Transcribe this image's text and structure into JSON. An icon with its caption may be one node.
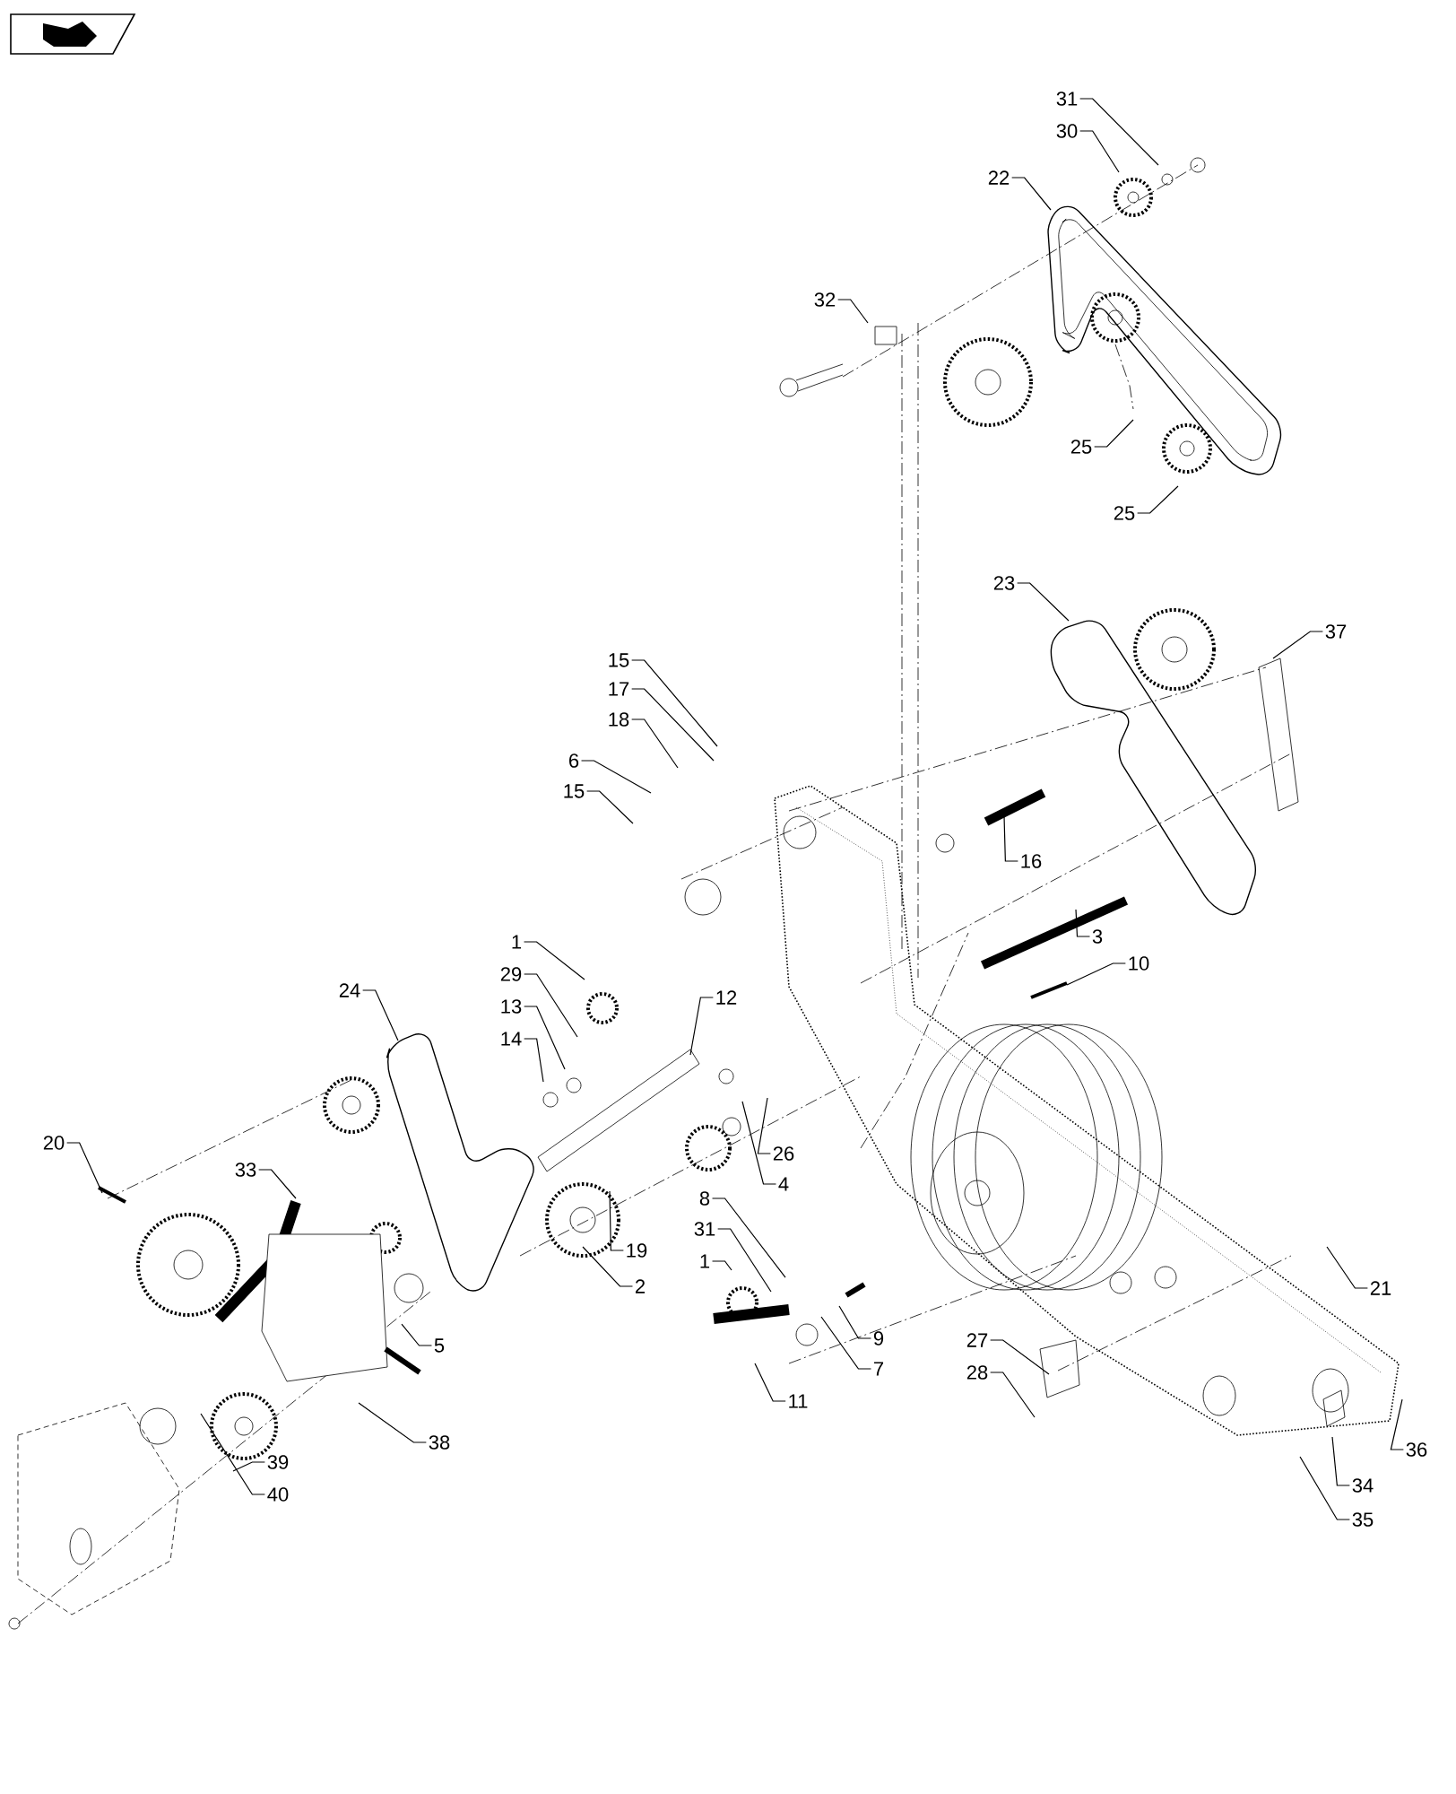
{
  "diagram": {
    "nodes": [
      {
        "text": [
          "31"
        ]
      },
      {
        "text": [
          "30"
        ]
      },
      {
        "text": [
          "22"
        ]
      },
      {
        "text": [
          "32"
        ]
      },
      {
        "text": [
          "25"
        ]
      },
      {
        "text": [
          "25"
        ]
      },
      {
        "text": [
          "23"
        ]
      },
      {
        "text": [
          "37"
        ]
      },
      {
        "text": [
          "15"
        ]
      },
      {
        "text": [
          "17"
        ]
      },
      {
        "text": [
          "18"
        ]
      },
      {
        "text": [
          "6"
        ]
      },
      {
        "text": [
          "15"
        ]
      },
      {
        "text": [
          "16"
        ]
      },
      {
        "text": [
          "3"
        ]
      },
      {
        "text": [
          "10"
        ]
      },
      {
        "text": [
          "1"
        ]
      },
      {
        "text": [
          "29"
        ]
      },
      {
        "text": [
          "13"
        ]
      },
      {
        "text": [
          "14"
        ]
      },
      {
        "text": [
          "12"
        ]
      },
      {
        "text": [
          "24"
        ]
      },
      {
        "text": [
          "20"
        ]
      },
      {
        "text": [
          "33"
        ]
      },
      {
        "text": [
          "26"
        ]
      },
      {
        "text": [
          "4"
        ]
      },
      {
        "text": [
          "19"
        ]
      },
      {
        "text": [
          "2"
        ]
      },
      {
        "text": [
          "8"
        ]
      },
      {
        "text": [
          "31"
        ]
      },
      {
        "text": [
          "1"
        ]
      },
      {
        "text": [
          "9"
        ]
      },
      {
        "text": [
          "7"
        ]
      },
      {
        "text": [
          "11"
        ]
      },
      {
        "text": [
          "5"
        ]
      },
      {
        "text": [
          "38"
        ]
      },
      {
        "text": [
          "39"
        ]
      },
      {
        "text": [
          "40"
        ]
      },
      {
        "text": [
          "21"
        ]
      },
      {
        "text": [
          "27"
        ]
      },
      {
        "text": [
          "28"
        ]
      },
      {
        "text": [
          "36"
        ]
      },
      {
        "text": [
          "34"
        ]
      },
      {
        "text": [
          "35"
        ]
      }
    ],
    "edges": [
      {
        "from": 0,
        "to": null,
        "arrow": "none"
      },
      {
        "from": 1,
        "to": null,
        "arrow": "none"
      },
      {
        "from": 2,
        "to": null,
        "arrow": "none"
      },
      {
        "from": 3,
        "to": null,
        "arrow": "none"
      },
      {
        "from": 4,
        "to": null,
        "arrow": "none"
      },
      {
        "from": 5,
        "to": null,
        "arrow": "none"
      },
      {
        "from": 6,
        "to": null,
        "arrow": "none"
      },
      {
        "from": 7,
        "to": null,
        "arrow": "none"
      },
      {
        "from": 8,
        "to": null,
        "arrow": "none"
      },
      {
        "from": 9,
        "to": null,
        "arrow": "none"
      },
      {
        "from": 10,
        "to": null,
        "arrow": "none"
      },
      {
        "from": 11,
        "to": null,
        "arrow": "none"
      },
      {
        "from": 12,
        "to": null,
        "arrow": "none"
      },
      {
        "from": 13,
        "to": null,
        "arrow": "none"
      },
      {
        "from": 14,
        "to": null,
        "arrow": "none"
      },
      {
        "from": 15,
        "to": null,
        "arrow": "none"
      },
      {
        "from": 16,
        "to": null,
        "arrow": "none"
      },
      {
        "from": 17,
        "to": null,
        "arrow": "none"
      },
      {
        "from": 18,
        "to": null,
        "arrow": "none"
      },
      {
        "from": 19,
        "to": null,
        "arrow": "none"
      },
      {
        "from": 20,
        "to": null,
        "arrow": "none"
      },
      {
        "from": 21,
        "to": null,
        "arrow": "none"
      },
      {
        "from": 22,
        "to": null,
        "arrow": "none"
      },
      {
        "from": 23,
        "to": null,
        "arrow": "none"
      },
      {
        "from": 24,
        "to": null,
        "arrow": "none"
      },
      {
        "from": 25,
        "to": null,
        "arrow": "none"
      },
      {
        "from": 26,
        "to": null,
        "arrow": "none"
      },
      {
        "from": 27,
        "to": null,
        "arrow": "none"
      },
      {
        "from": 28,
        "to": null,
        "arrow": "none"
      },
      {
        "from": 29,
        "to": null,
        "arrow": "none"
      },
      {
        "from": 30,
        "to": null,
        "arrow": "none"
      },
      {
        "from": 31,
        "to": null,
        "arrow": "none"
      },
      {
        "from": 32,
        "to": null,
        "arrow": "none"
      },
      {
        "from": 33,
        "to": null,
        "arrow": "none"
      },
      {
        "from": 34,
        "to": null,
        "arrow": "none"
      },
      {
        "from": 35,
        "to": null,
        "arrow": "none"
      },
      {
        "from": 36,
        "to": null,
        "arrow": "none"
      },
      {
        "from": 37,
        "to": null,
        "arrow": "none"
      },
      {
        "from": 38,
        "to": null,
        "arrow": "none"
      },
      {
        "from": 39,
        "to": null,
        "arrow": "none"
      },
      {
        "from": 40,
        "to": null,
        "arrow": "none"
      },
      {
        "from": 41,
        "to": null,
        "arrow": "none"
      },
      {
        "from": 42,
        "to": null,
        "arrow": "none"
      },
      {
        "from": 43,
        "to": null,
        "arrow": "none"
      }
    ]
  }
}
